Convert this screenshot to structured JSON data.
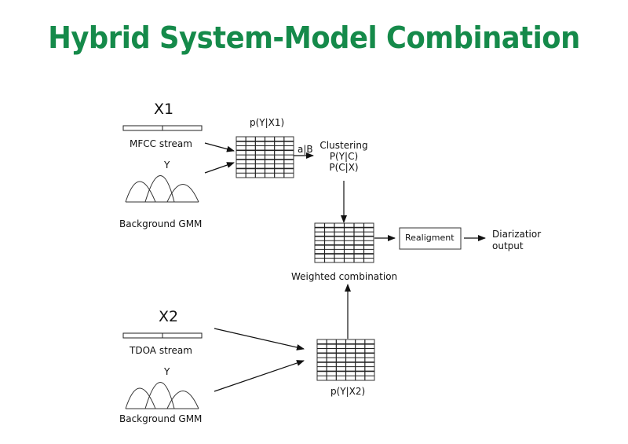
{
  "title": "Hybrid System-Model Combination",
  "colors": {
    "title": "#158a4a",
    "ink": "#111111"
  },
  "branch1": {
    "input_label": "X1",
    "stream_label": "MFCC stream",
    "gmm_y_label": "Y",
    "gmm_label": "Background GMM",
    "matrix_label": "p(Y|X1)",
    "arrow_label": "a|B",
    "clustering": [
      "Clustering",
      "P(Y|C)",
      "P(C|X)"
    ]
  },
  "branch2": {
    "input_label": "X2",
    "stream_label": "TDOA stream",
    "gmm_y_label": "Y",
    "gmm_label": "Background GMM",
    "matrix_label": "p(Y|X2)"
  },
  "combination": {
    "label": "Weighted combination",
    "realign_label": "Realigment",
    "output_label": [
      "Diarizatior",
      "output"
    ]
  }
}
